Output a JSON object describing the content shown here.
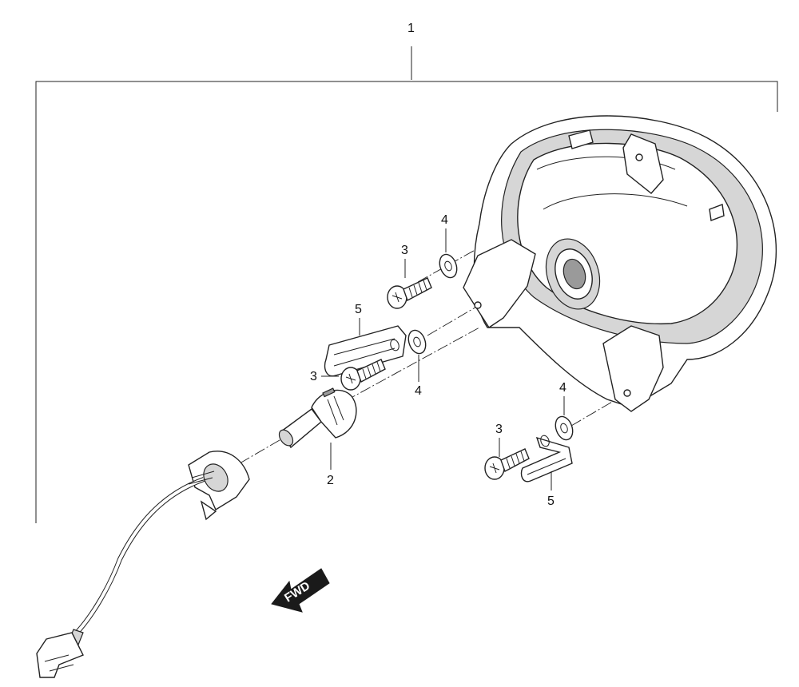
{
  "callouts": {
    "assembly": "1",
    "bulb": "2",
    "screw_a": "3",
    "screw_b": "3",
    "screw_c": "3",
    "washer_a": "4",
    "washer_b": "4",
    "washer_c": "4",
    "bracket_a": "5",
    "bracket_b": "5"
  },
  "direction_arrow": {
    "label": "FWD"
  },
  "colors": {
    "line": "#222222",
    "fill": "#ffffff",
    "shade": "#d6d6d6"
  }
}
